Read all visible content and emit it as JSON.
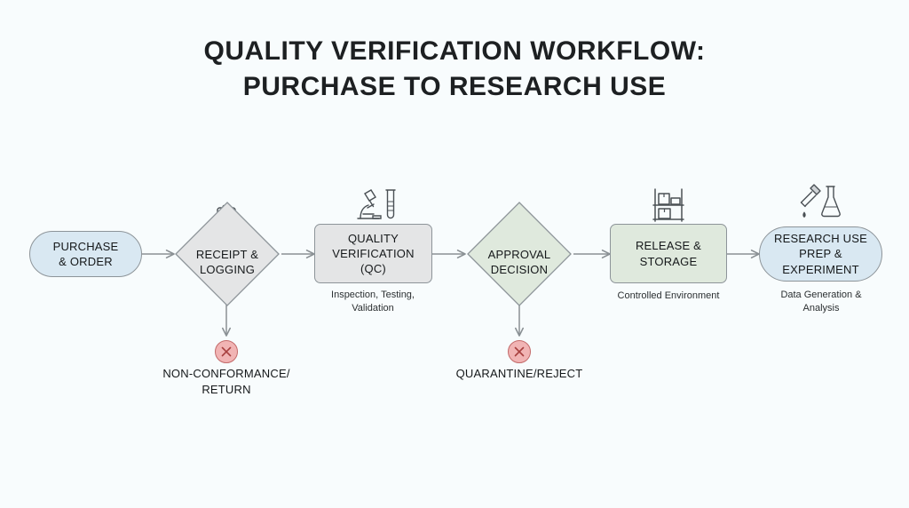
{
  "title": {
    "line1": "QUALITY VERIFICATION WORKFLOW:",
    "line2": "PURCHASE TO RESEARCH USE"
  },
  "colors": {
    "background": "#f8fcfd",
    "node_blue": "#d9e8f2",
    "node_gray": "#e4e5e6",
    "node_green": "#dfe9dd",
    "node_border": "#8d9499",
    "connector": "#8a9094",
    "reject_fill": "#f1b4b4",
    "reject_border": "#c36a6a",
    "text": "#15181a"
  },
  "nodes": [
    {
      "id": "purchase-order",
      "shape": "stadium",
      "fill": "blue",
      "label": "PURCHASE\n& ORDER",
      "icon": "",
      "caption": ""
    },
    {
      "id": "receipt-logging",
      "shape": "diamond",
      "fill": "gray",
      "label": "RECEIPT &\nLOGGING",
      "icon": "clipboard-icon",
      "caption": ""
    },
    {
      "id": "quality-verification",
      "shape": "rect",
      "fill": "gray",
      "label": "QUALITY\nVERIFICATION\n(QC)",
      "icon": "microscope-test-tube-icon",
      "caption": "Inspection, Testing,\nValidation"
    },
    {
      "id": "approval-decision",
      "shape": "diamond",
      "fill": "green",
      "label": "APPROVAL\nDECISION",
      "icon": "check-slash-x-icon",
      "caption": ""
    },
    {
      "id": "release-storage",
      "shape": "rect",
      "fill": "green",
      "label": "RELEASE &\nSTORAGE",
      "icon": "storage-shelf-icon",
      "caption": "Controlled Environment"
    },
    {
      "id": "research-use",
      "shape": "stadium",
      "fill": "blue",
      "label": "RESEARCH USE\nPREP &\nEXPERIMENT",
      "icon": "pipette-flask-icon",
      "caption": "Data Generation &\nAnalysis"
    }
  ],
  "rejects": [
    {
      "id": "non-conformance",
      "from": "receipt-logging",
      "icon": "x-circle-icon",
      "label": "NON-CONFORMANCE/\nRETURN"
    },
    {
      "id": "quarantine-reject",
      "from": "approval-decision",
      "icon": "x-circle-icon",
      "label": "QUARANTINE/REJECT"
    }
  ]
}
